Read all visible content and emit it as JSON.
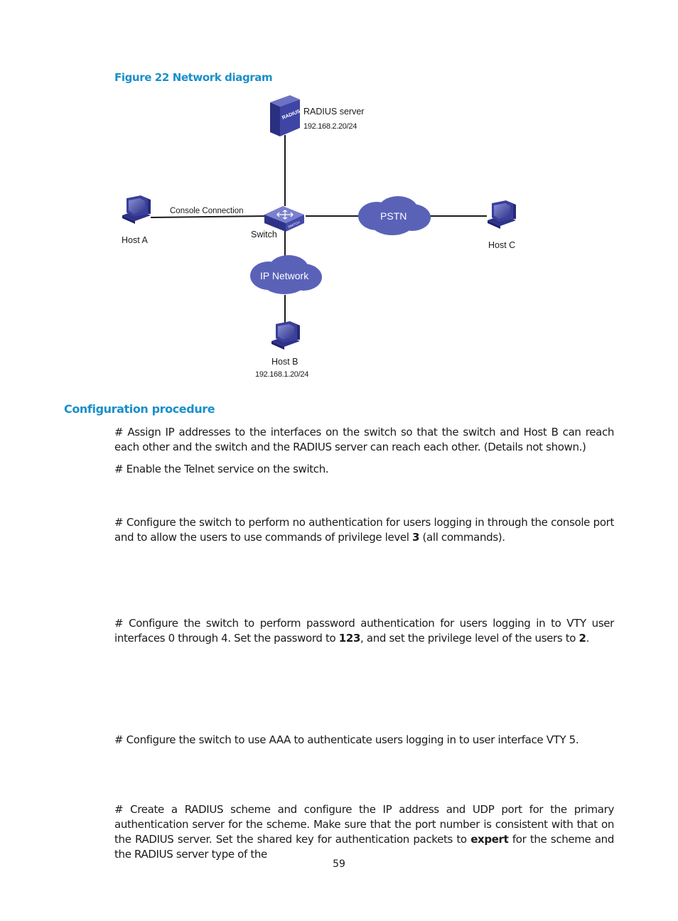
{
  "figure": {
    "caption": "Figure 22 Network diagram",
    "radius_server": {
      "label": "RADIUS server",
      "ip": "192.168.2.20/24",
      "badge": "RADIUS"
    },
    "switch": {
      "label": "Switch",
      "badge": "SWITCH"
    },
    "host_a": {
      "label": "Host A"
    },
    "host_b": {
      "label": "Host B",
      "ip": "192.168.1.20/24"
    },
    "host_c": {
      "label": "Host C"
    },
    "console_connection": "Console Connection",
    "pstn": "PSTN",
    "ip_network": "IP Network",
    "colors": {
      "device": "#3a3f9a",
      "cloud": "#5a62b8",
      "line": "#1a1a1a"
    }
  },
  "section": {
    "heading": "Configuration procedure"
  },
  "paragraphs": {
    "p1": "# Assign IP addresses to the interfaces on the switch so that the switch and Host B can reach each other and the switch and the RADIUS server can reach each other. (Details not shown.)",
    "p2": "# Enable the Telnet service on the switch.",
    "p3": {
      "before": "# Configure the switch to perform no authentication for users logging in through the console port and to allow the users to use commands of privilege level ",
      "bold": "3",
      "after": " (all commands)."
    },
    "p4": {
      "before": "# Configure the switch to perform password authentication for users logging in to VTY user interfaces 0 through 4. Set the password to ",
      "bold1": "123",
      "middle": ", and set the privilege level of the users to ",
      "bold2": "2",
      "after": "."
    },
    "p5": "# Configure the switch to use AAA to authenticate users logging in to user interface VTY 5.",
    "p6": {
      "before": "# Create a RADIUS scheme and configure the IP address and UDP port for the primary authentication server for the scheme. Make sure that the port number is consistent with that on the RADIUS server. Set the shared key for authentication packets to ",
      "bold": "expert",
      "after": " for the scheme and the RADIUS server type of the"
    }
  },
  "page_number": "59"
}
